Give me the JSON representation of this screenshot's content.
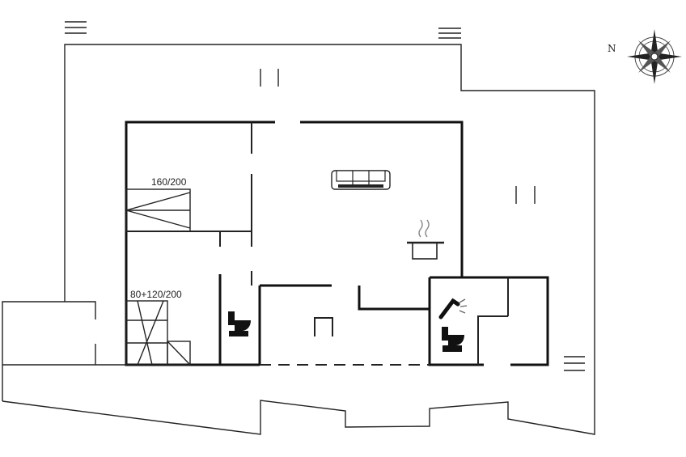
{
  "plan": {
    "bed_labels": {
      "double_bed": "160/200",
      "bunk_bed": "80+120/200"
    },
    "compass": {
      "north_label": "N"
    },
    "icons": [
      "sofa-icon",
      "cooking-pot-icon",
      "shower-icon",
      "toilet-icon",
      "compass-rose-icon",
      "terrace-hatch-icon"
    ],
    "colors": {
      "line": "#111111",
      "background": "#ffffff"
    }
  }
}
